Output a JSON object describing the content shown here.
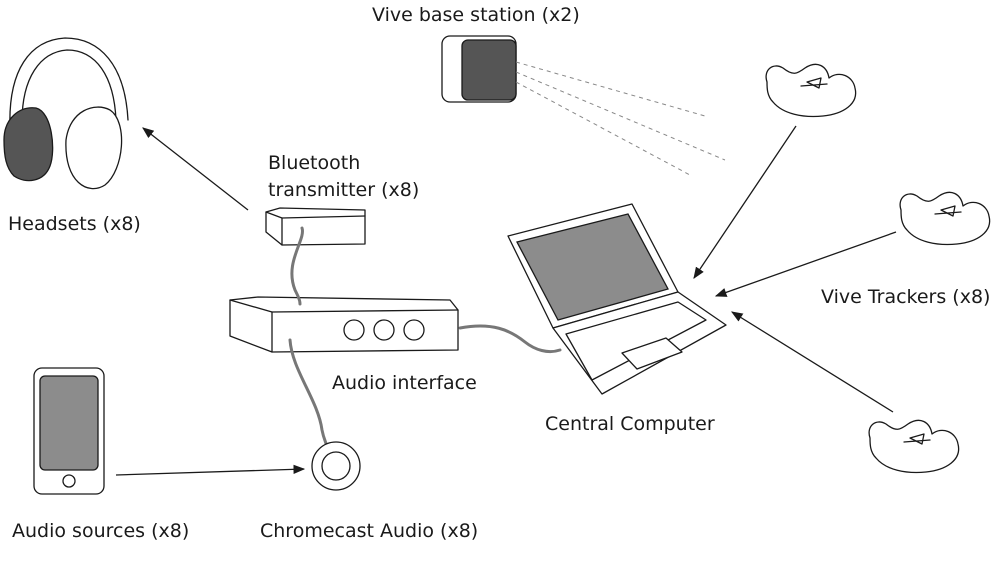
{
  "labels": {
    "base_station": "Vive  base station (x2)",
    "headsets": "Headsets (x8)",
    "bluetooth_line1": "Bluetooth",
    "bluetooth_line2": "transmitter (x8)",
    "vive_trackers": "Vive Trackers (x8)",
    "audio_interface": "Audio interface",
    "central_computer": "Central Computer",
    "audio_sources": "Audio sources (x8)",
    "chromecast": "Chromecast Audio (x8)"
  },
  "colors": {
    "line": "#1a1a1a",
    "screen_fill": "#8c8c8c",
    "ear_cup_fill": "#555555",
    "cable": "#777777"
  },
  "icons": [
    "headphones-icon",
    "base-station-icon",
    "bluetooth-transmitter-icon",
    "audio-interface-icon",
    "laptop-icon",
    "vive-tracker-icon",
    "smartphone-icon",
    "chromecast-icon"
  ]
}
